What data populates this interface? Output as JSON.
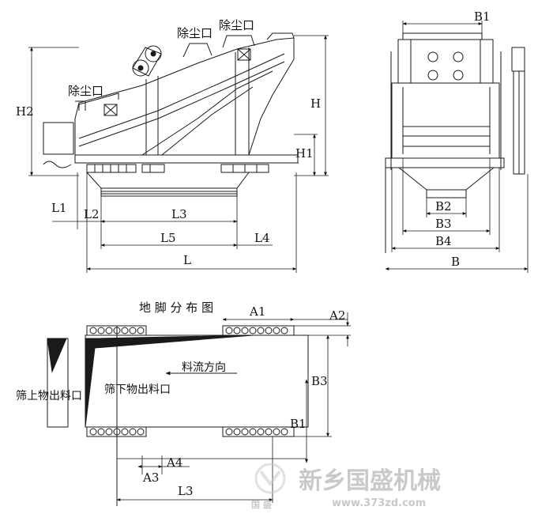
{
  "labels": {
    "dust1": "除尘口",
    "dust2": "除尘口",
    "dust3": "除尘口",
    "H": "H",
    "H1": "H1",
    "H2": "H2",
    "L": "L",
    "L1": "L1",
    "L2": "L2",
    "L3": "L3",
    "L4": "L4",
    "L5": "L5",
    "B": "B",
    "B1": "B1",
    "B2": "B2",
    "B3": "B3",
    "B4": "B4",
    "foot_title": "地 脚 分 布 图",
    "A1": "A1",
    "A2": "A2",
    "A3": "A3",
    "A4": "A4",
    "plan_B3": "B3",
    "plan_B1": "B1",
    "plan_L3": "L3",
    "flow_dir": "料流方向",
    "over_outlet": "筛上物出料口",
    "under_outlet": "筛下物出料口"
  },
  "watermark": {
    "company": "新乡国盛机械",
    "url": "www.373zd.com",
    "seal": "国 盛"
  },
  "colors": {
    "line": "#1a1a1a",
    "watermark": "#c9c9c9"
  }
}
